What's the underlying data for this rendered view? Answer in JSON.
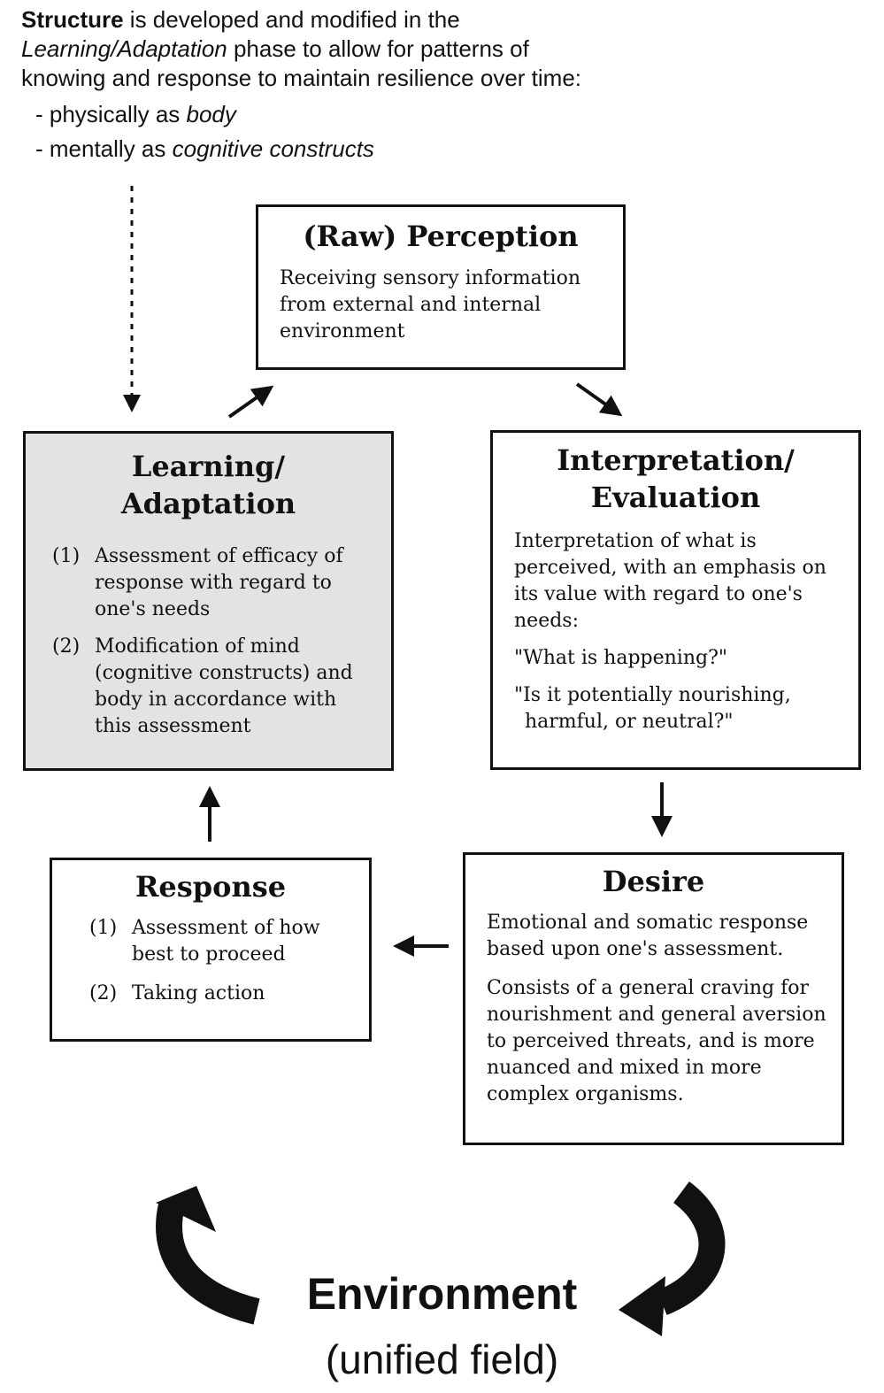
{
  "intro": {
    "strong": "Structure",
    "line1_rest": " is developed and modified in the",
    "phase_name": "Learning/Adaptation",
    "line2_rest": " phase to allow for patterns of",
    "line3": "knowing and response to maintain resilience over time:",
    "bullet1_prefix": "- physically as ",
    "bullet1_em": "body",
    "bullet2_prefix": "- mentally as ",
    "bullet2_em": "cognitive constructs"
  },
  "perception": {
    "title": "(Raw) Perception",
    "body": "Receiving sensory information from external and internal environment"
  },
  "learning": {
    "title_line1": "Learning/",
    "title_line2": "Adaptation",
    "items": [
      {
        "num": "(1)",
        "text": "Assessment of efficacy of response with regard to one's needs"
      },
      {
        "num": "(2)",
        "text": "Modification of mind (cognitive constructs) and body in accordance with this assessment"
      }
    ]
  },
  "interpretation": {
    "title_line1": "Interpretation/",
    "title_line2": "Evaluation",
    "body": "Interpretation of what is perceived, with an emphasis on its value with regard to one's needs:",
    "question1": "\"What is happening?\"",
    "question2": "\"Is it potentially nourishing, harmful, or neutral?\""
  },
  "desire": {
    "title": "Desire",
    "para1": "Emotional and somatic response based upon one's assessment.",
    "para2": "Consists of a general craving for nourishment and general aversion to perceived threats, and is more nuanced and mixed in more complex organisms."
  },
  "response": {
    "title": "Response",
    "items": [
      {
        "num": "(1)",
        "text": "Assessment of how best to proceed"
      },
      {
        "num": "(2)",
        "text": "Taking action"
      }
    ]
  },
  "environment": {
    "title": "Environment",
    "subtitle": "(unified field)"
  }
}
